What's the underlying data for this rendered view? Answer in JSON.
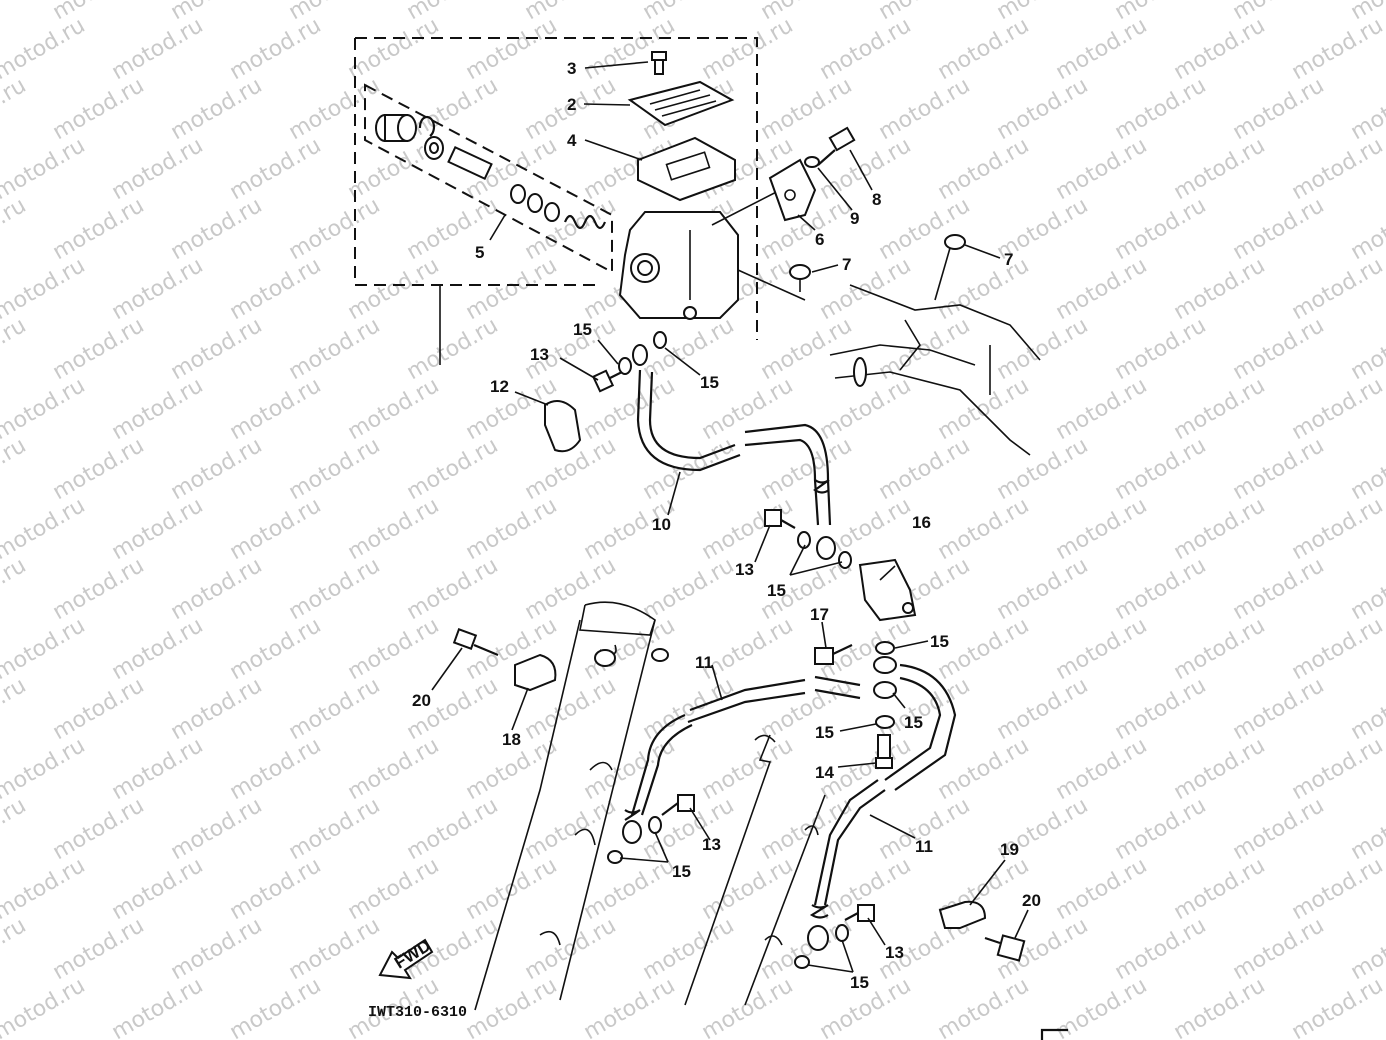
{
  "watermark": "motod.ru",
  "diagram_code": "IWT310-6310",
  "fwd_label": "FWD",
  "callouts": [
    {
      "id": "c3a",
      "text": "3"
    },
    {
      "id": "c2",
      "text": "2"
    },
    {
      "id": "c4",
      "text": "4"
    },
    {
      "id": "c5",
      "text": "5"
    },
    {
      "id": "c6",
      "text": "6"
    },
    {
      "id": "c7a",
      "text": "7"
    },
    {
      "id": "c7b",
      "text": "7"
    },
    {
      "id": "c8",
      "text": "8"
    },
    {
      "id": "c9",
      "text": "9"
    },
    {
      "id": "c10",
      "text": "10"
    },
    {
      "id": "c11a",
      "text": "11"
    },
    {
      "id": "c11b",
      "text": "11"
    },
    {
      "id": "c12",
      "text": "12"
    },
    {
      "id": "c13a",
      "text": "13"
    },
    {
      "id": "c13b",
      "text": "13"
    },
    {
      "id": "c13c",
      "text": "13"
    },
    {
      "id": "c13d",
      "text": "13"
    },
    {
      "id": "c14",
      "text": "14"
    },
    {
      "id": "c15a",
      "text": "15"
    },
    {
      "id": "c15b",
      "text": "15"
    },
    {
      "id": "c15c",
      "text": "15"
    },
    {
      "id": "c15d",
      "text": "15"
    },
    {
      "id": "c15e",
      "text": "15"
    },
    {
      "id": "c15f",
      "text": "15"
    },
    {
      "id": "c15g",
      "text": "15"
    },
    {
      "id": "c15h",
      "text": "15"
    },
    {
      "id": "c16",
      "text": "16"
    },
    {
      "id": "c17",
      "text": "17"
    },
    {
      "id": "c18",
      "text": "18"
    },
    {
      "id": "c19",
      "text": "19"
    },
    {
      "id": "c20a",
      "text": "20"
    },
    {
      "id": "c20b",
      "text": "20"
    }
  ]
}
